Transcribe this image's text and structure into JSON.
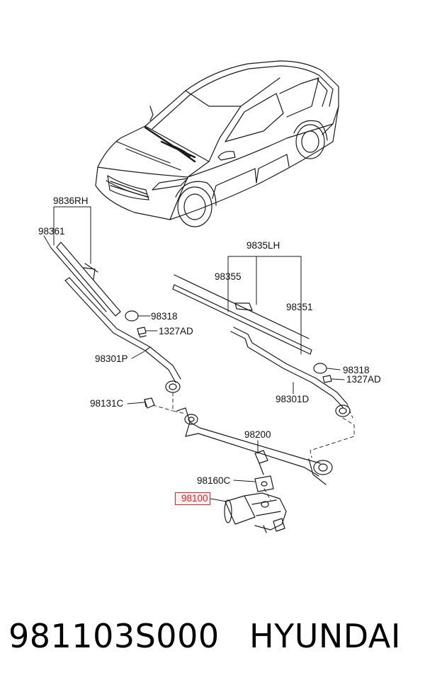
{
  "labels": {
    "rh_assy": "9836RH",
    "rh_blade": "98361",
    "lh_assy": "9835LH",
    "lh_blade_a": "98355",
    "lh_blade_b": "98351",
    "cap_r": "98318",
    "nut_r": "1327AD",
    "arm_r": "98301P",
    "cap_l": "98318",
    "nut_l": "1327AD",
    "arm_l": "98301D",
    "pivot_cap": "98131C",
    "linkage": "98200",
    "crank_cap": "98160C",
    "motor": "98100"
  },
  "footer": {
    "part_number": "981103S000",
    "brand": "HYUNDAI"
  },
  "colors": {
    "line": "#1a1a1a",
    "highlight": "#e0262b"
  }
}
